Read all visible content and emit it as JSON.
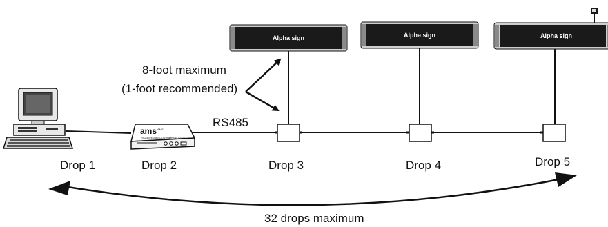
{
  "signs": [
    {
      "label": "Alpha sign"
    },
    {
      "label": "Alpha sign"
    },
    {
      "label": "Alpha sign"
    }
  ],
  "annotations": {
    "max_length": "8-foot maximum",
    "recommended_length": "(1-foot recommended)",
    "bus_label": "RS485",
    "drops_maximum": "32 drops maximum"
  },
  "drops": [
    {
      "label": "Drop 1"
    },
    {
      "label": "Drop 2"
    },
    {
      "label": "Drop 3"
    },
    {
      "label": "Drop 4"
    },
    {
      "label": "Drop 5"
    }
  ],
  "converter": {
    "brand": "ams",
    "model_text": "RS232/RS485 CONVERTER",
    "tag_text": "AMS",
    "port_text": "RS232",
    "port_text_2": "RS485"
  },
  "colors": {
    "line": "#111111",
    "sign_body": "#1a1a1a",
    "sign_frame": "#cfcfcf"
  }
}
